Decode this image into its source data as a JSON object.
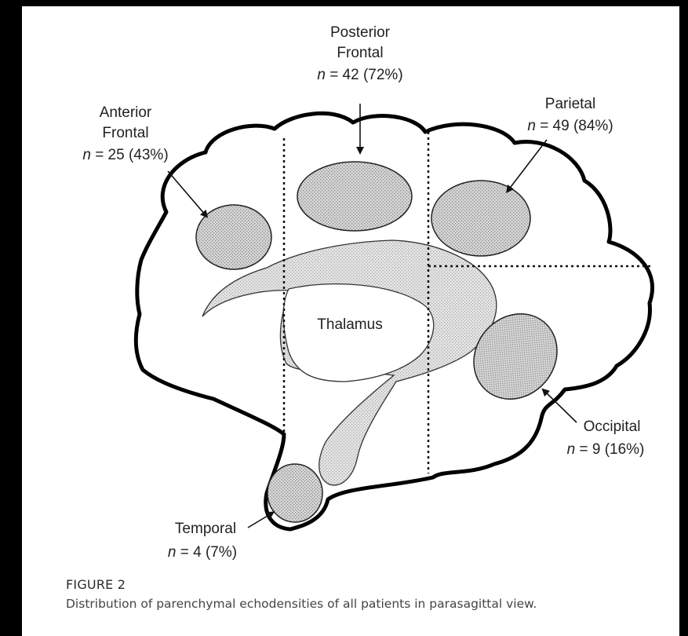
{
  "figure": {
    "number": "FIGURE 2",
    "caption": "Distribution of parenchymal echodensities of all patients in parasagittal view."
  },
  "regions": {
    "anterior_frontal": {
      "line1": "Anterior",
      "line2": "Frontal",
      "n_prefix": "n",
      "count": "= 25 (43%)"
    },
    "posterior_frontal": {
      "line1": "Posterior",
      "line2": "Frontal",
      "n_prefix": "n",
      "count": "= 42 (72%)"
    },
    "parietal": {
      "line1": "Parietal",
      "n_prefix": "n",
      "count": "= 49 (84%)"
    },
    "occipital": {
      "line1": "Occipital",
      "n_prefix": "n",
      "count": "= 9 (16%)"
    },
    "temporal": {
      "line1": "Temporal",
      "n_prefix": "n",
      "count": "= 4 (7%)"
    }
  },
  "structures": {
    "thalamus": "Thalamus"
  }
}
